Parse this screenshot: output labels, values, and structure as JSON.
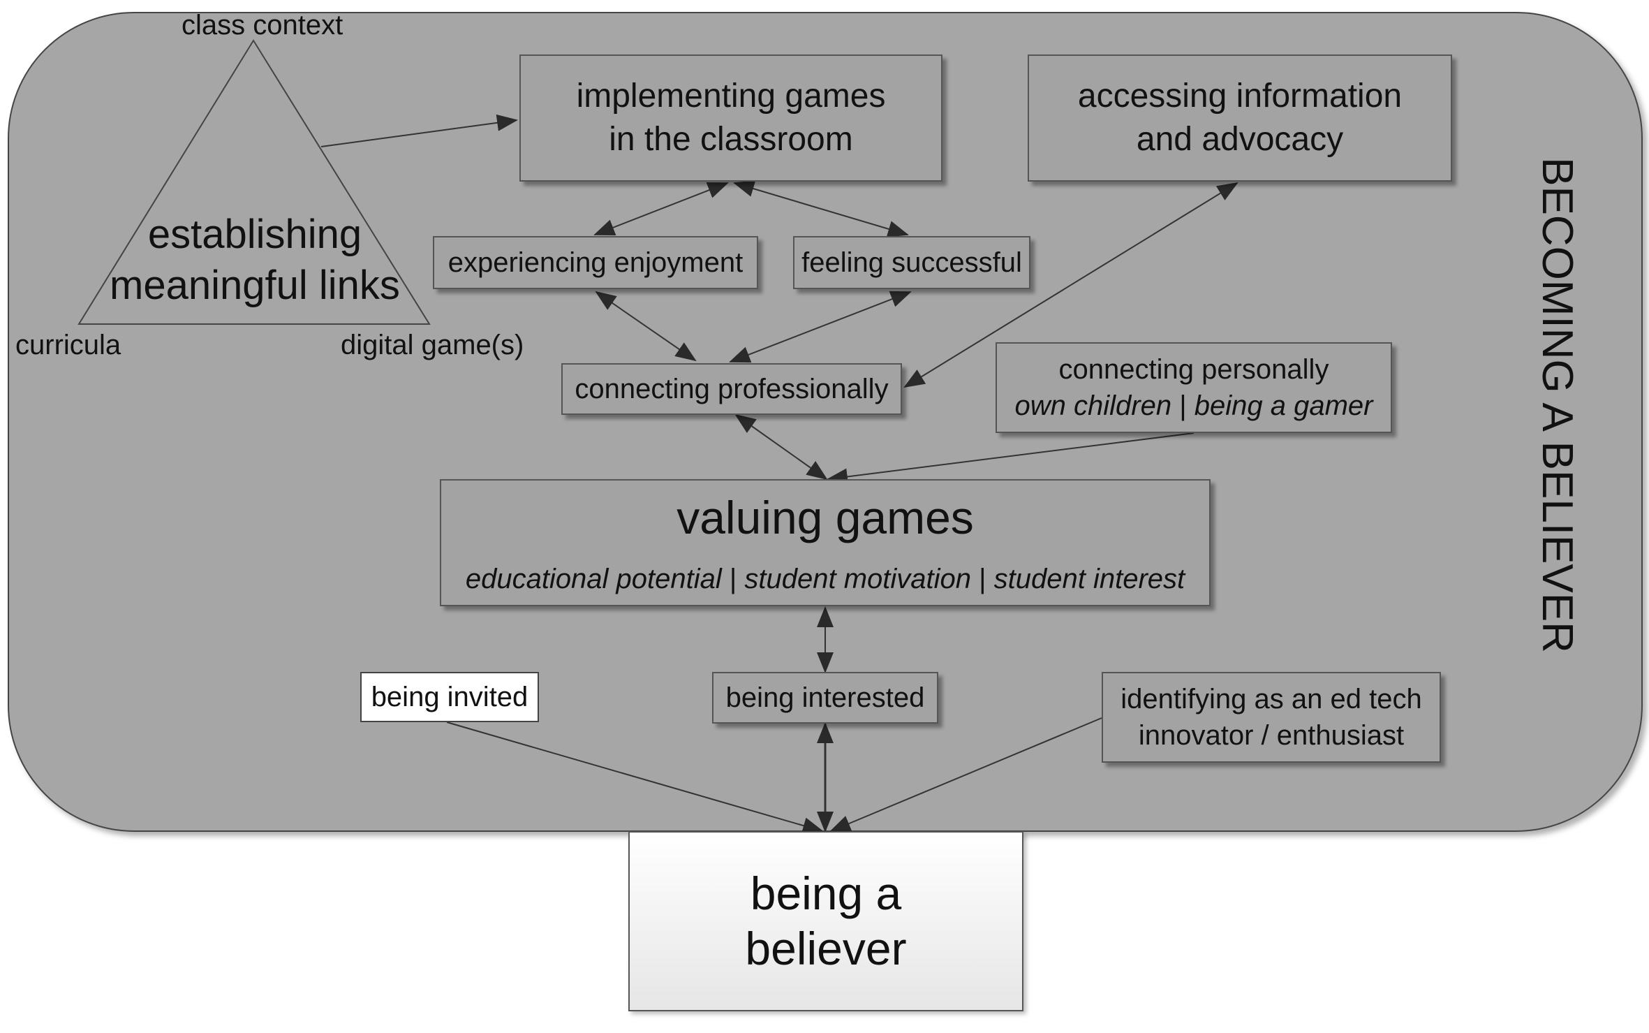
{
  "frame": {
    "side_title": "BECOMING A BELIEVER"
  },
  "triangle": {
    "main_line1": "establishing",
    "main_line2": "meaningful links",
    "top_label": "class context",
    "left_label": "curricula",
    "right_label": "digital game(s)"
  },
  "nodes": {
    "implementing": {
      "line1": "implementing games",
      "line2": "in the classroom"
    },
    "accessing": {
      "line1": "accessing information",
      "line2": "and advocacy"
    },
    "enjoyment": {
      "label": "experiencing enjoyment"
    },
    "successful": {
      "label": "feeling successful"
    },
    "professionally": {
      "label": "connecting professionally"
    },
    "personally": {
      "line1": "connecting personally",
      "sub_a": "own children",
      "sep": " | ",
      "sub_b": "being a gamer"
    },
    "valuing": {
      "title": "valuing games",
      "sub_a": "educational potential",
      "sep1": " | ",
      "sub_b": "student motivation",
      "sep2": " | ",
      "sub_c": "student interest"
    },
    "invited": {
      "label": "being invited"
    },
    "interested": {
      "label": "being interested"
    },
    "innovator": {
      "line1": "identifying as an ed tech",
      "line2": "innovator / enthusiast"
    },
    "believer": {
      "line1": "being a",
      "line2": "believer"
    }
  },
  "colors": {
    "frame_fill": "#a6a6a6",
    "box_fill": "#a3a3a3",
    "stroke": "#333333",
    "highlight": "#ffffff"
  }
}
